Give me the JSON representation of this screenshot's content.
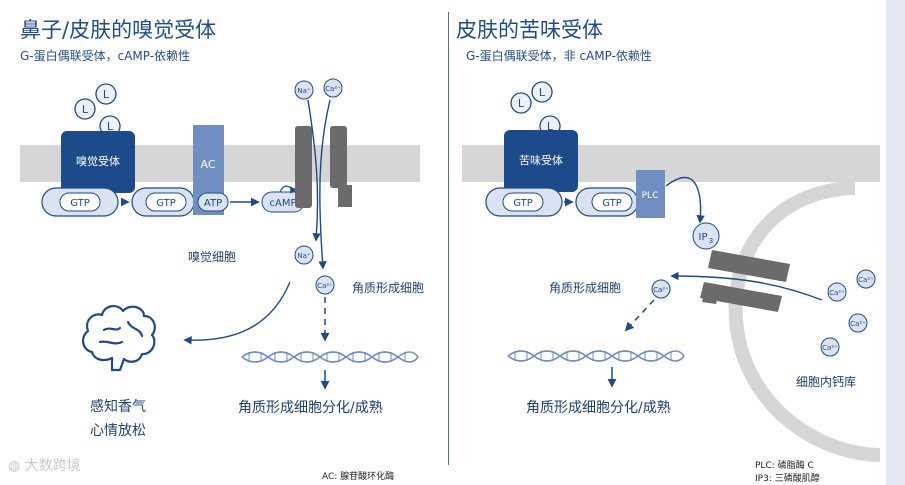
{
  "left": {
    "title": "鼻子/皮肤的嗅觉受体",
    "subtitle": "G-蛋白偶联受体，cAMP-依赖性",
    "receptor_label": "嗅觉受体",
    "ligand_label": "L",
    "gtp_label": "GTP",
    "ac_label": "AC",
    "atp_label": "ATP",
    "camp_label": "cAMP",
    "na_label": "Na⁺",
    "ca_label": "Ca²⁺",
    "cell_label": "嗅觉细胞",
    "keratinocyte_label": "角质形成细胞",
    "brain_effect_line1": "感知香气",
    "brain_effect_line2": "心情放松",
    "outcome": "角质形成细胞分化/成熟",
    "footnote": "AC: 腺苷酸环化酶"
  },
  "right": {
    "title": "皮肤的苦味受体",
    "subtitle": "G-蛋白偶联受体，非 cAMP-依赖性",
    "receptor_label": "苦味受体",
    "ligand_label": "L",
    "gtp_label": "GTP",
    "plc_label": "PLC",
    "ip3_label": "IP",
    "ip3_sub": "3",
    "ca_label": "Ca²⁺",
    "keratinocyte_label": "角质形成细胞",
    "store_label": "细胞内钙库",
    "outcome": "角质形成细胞分化/成熟",
    "footnote_plc": "PLC: 磷脂酶 C",
    "footnote_ip3": "IP3: 三磷酸肌醇"
  },
  "watermark": "大数跨境",
  "colors": {
    "dark_blue": "#1d4a8a",
    "mid_blue": "#6f8fc2",
    "light_blue_fill": "#dbe3f2",
    "membrane": "#d6d6d6",
    "channel": "#6b6b6b",
    "text": "#1f3f73"
  }
}
